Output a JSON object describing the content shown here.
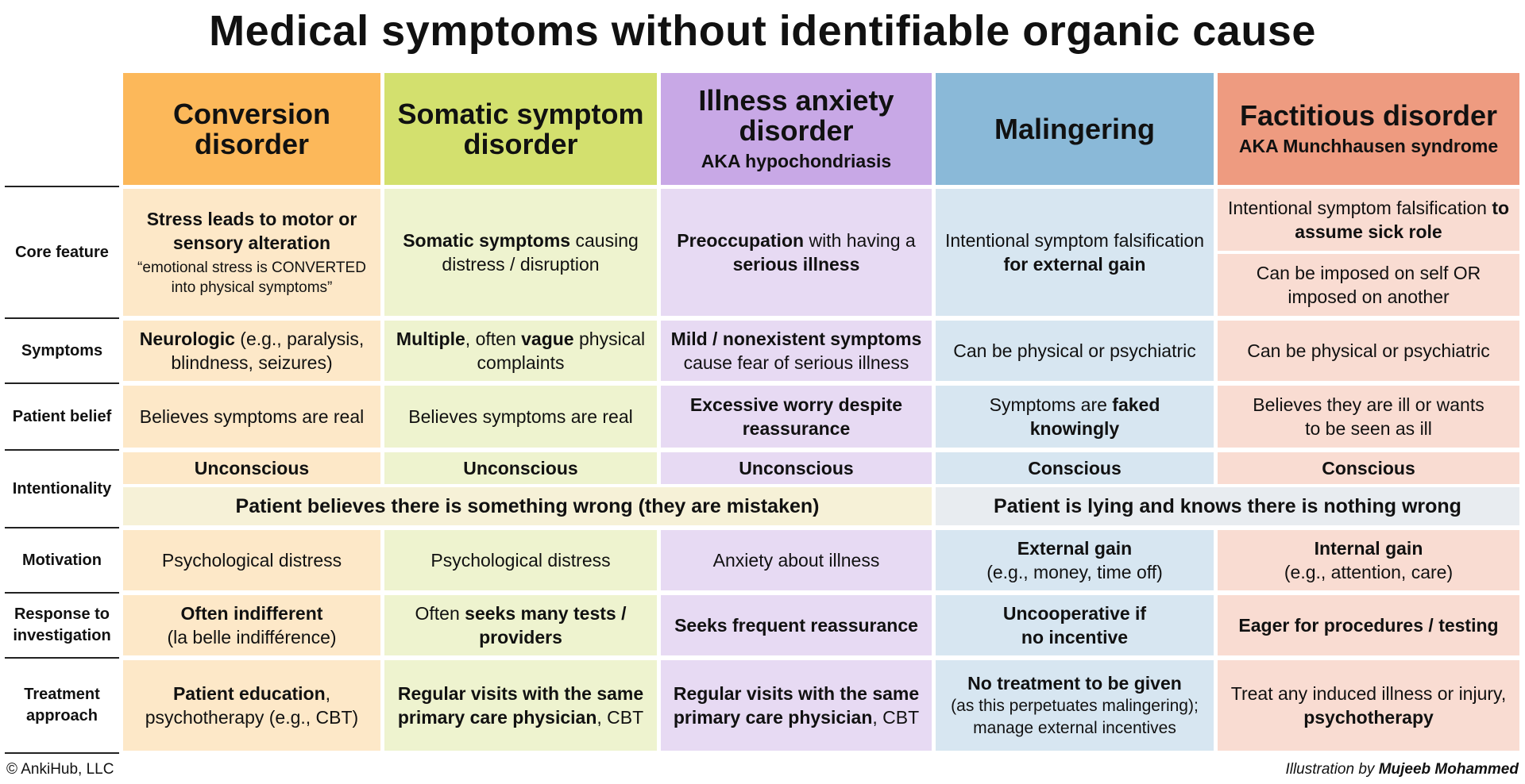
{
  "title": "Medical symptoms without identifiable organic cause",
  "headers": {
    "conversion": {
      "title": "Conversion disorder",
      "aka": ""
    },
    "somatic": {
      "title": "Somatic symptom disorder",
      "aka": ""
    },
    "illness": {
      "title": "Illness anxiety disorder",
      "aka": "AKA hypochondriasis"
    },
    "malingering": {
      "title": "Malingering",
      "aka": ""
    },
    "factitious": {
      "title": "Factitious disorder",
      "aka": "AKA Munchhausen syndrome"
    }
  },
  "row_labels": {
    "core": "Core feature",
    "symptoms": "Symptoms",
    "belief": "Patient belief",
    "intent": "Intentionality",
    "motivation": "Motivation",
    "response": "Response to investigation",
    "treatment": "Treatment approach"
  },
  "core": {
    "conv_bold": "Stress leads to motor or sensory alteration",
    "conv_quote": "“emotional stress is CONVERTED into physical symptoms”",
    "som_bold": "Somatic symptoms",
    "som_rest": " causing distress / disruption",
    "ill_bold1": "Preoccupation",
    "ill_mid": " with having a ",
    "ill_bold2": "serious illness",
    "mal_pre": "Intentional symptom falsification ",
    "mal_bold": "for external gain",
    "fac_pre": "Intentional symptom falsification ",
    "fac_bold": "to assume sick role",
    "fac_extra": "Can be imposed on self OR imposed on another"
  },
  "symptoms": {
    "conv_bold": "Neurologic",
    "conv_rest": " (e.g., paralysis, blindness, seizures)",
    "som_bold1": "Multiple",
    "som_mid": ", often ",
    "som_bold2": "vague",
    "som_rest": " physical complaints",
    "ill_bold": "Mild / nonexistent symptoms",
    "ill_rest": " cause fear of serious illness",
    "mal": "Can be physical or psychiatric",
    "fac": "Can be physical or psychiatric"
  },
  "belief": {
    "conv": "Believes symptoms are real",
    "som": "Believes symptoms are real",
    "ill_bold": "Excessive worry despite reassurance",
    "mal_pre": "Symptoms are ",
    "mal_bold": "faked knowingly",
    "fac": "Believes they are ill or wants to be seen as ill"
  },
  "intent": {
    "conv": "Unconscious",
    "som": "Unconscious",
    "ill": "Unconscious",
    "mal": "Conscious",
    "fac": "Conscious",
    "span_left": "Patient believes there is something wrong (they are mistaken)",
    "span_right": "Patient is lying and knows there is nothing wrong"
  },
  "motivation": {
    "conv": "Psychological distress",
    "som": "Psychological distress",
    "ill": "Anxiety about illness",
    "mal_bold": "External gain",
    "mal_rest": "(e.g., money, time off)",
    "fac_bold": "Internal gain",
    "fac_rest": "(e.g., attention, care)"
  },
  "response": {
    "conv_bold": "Often indifferent",
    "conv_rest": "(la belle indifférence)",
    "som_pre": "Often ",
    "som_bold": "seeks many tests / providers",
    "ill_bold": "Seeks frequent reassurance",
    "mal_bold": "Uncooperative if no incentive",
    "fac_bold": "Eager for procedures / testing"
  },
  "treatment": {
    "conv_bold": "Patient education",
    "conv_rest": ", psychotherapy (e.g., CBT)",
    "som_bold": "Regular visits with the same primary care physician",
    "som_rest": ", CBT",
    "ill_bold": "Regular visits with the same primary care physician",
    "ill_rest": ", CBT",
    "mal_bold": "No treatment to be given",
    "mal_rest": "(as this perpetuates malingering); manage external incentives",
    "fac_pre": "Treat any induced illness or injury, ",
    "fac_bold": "psychotherapy"
  },
  "footer": {
    "copyright": "© AnkiHub, LLC",
    "credit_pre": "Illustration by ",
    "credit_name": "Mujeeb Mohammed"
  }
}
